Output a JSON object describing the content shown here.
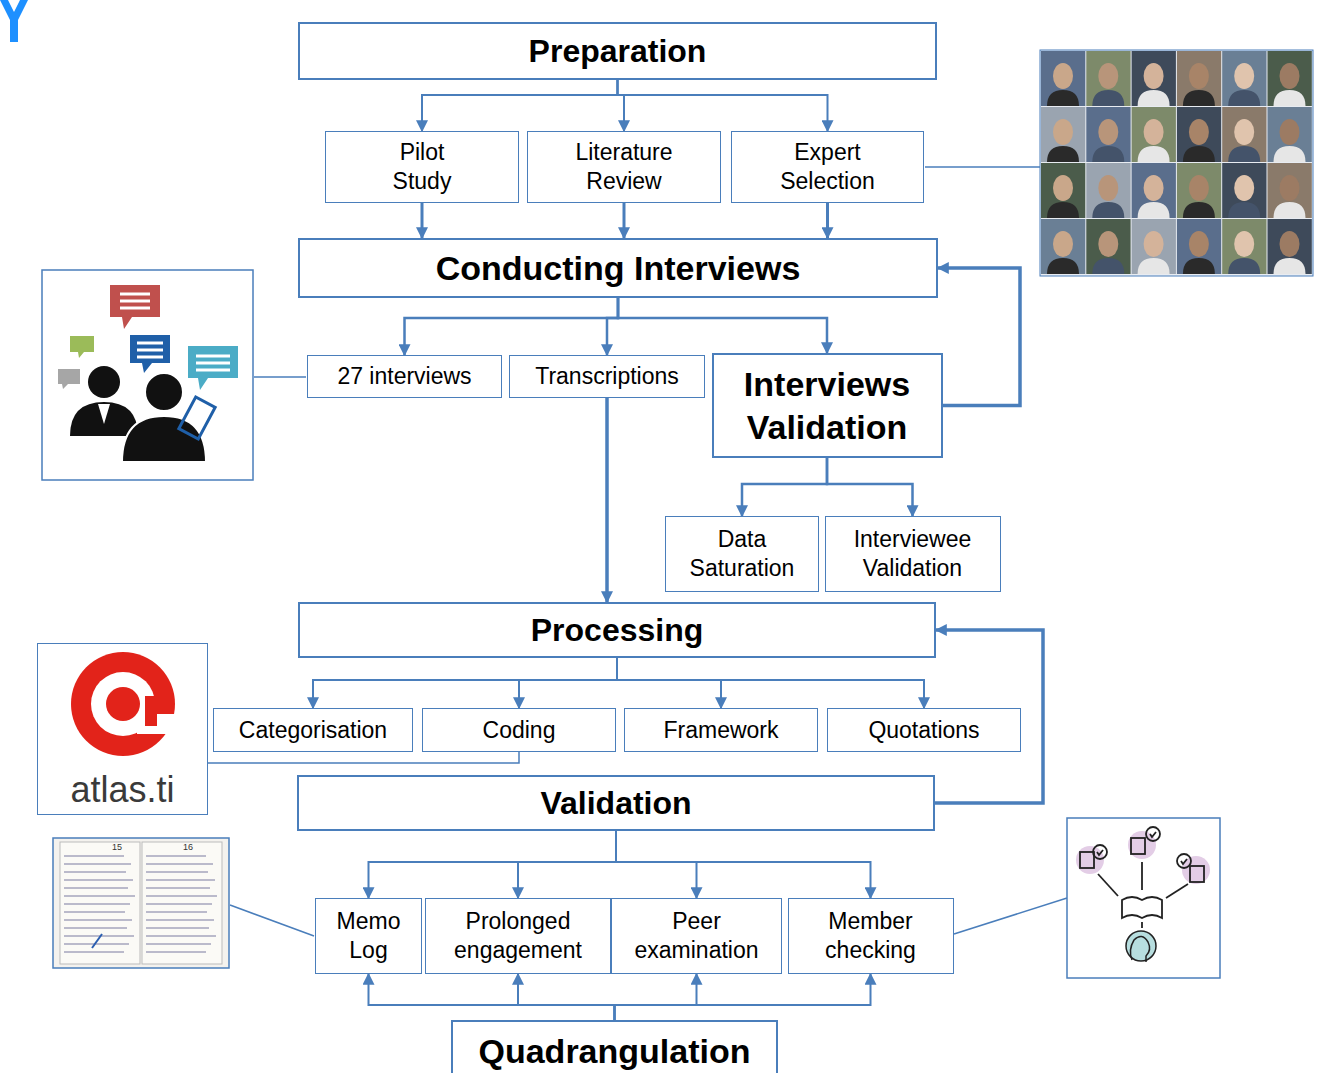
{
  "diagram": {
    "nodes": [
      {
        "text": [
          "Preparation"
        ]
      },
      {
        "text": [
          "Pilot Study"
        ]
      },
      {
        "text": [
          "Literature Review"
        ]
      },
      {
        "text": [
          "Expert Selection"
        ]
      },
      {
        "text": [
          "Conducting Interviews"
        ]
      },
      {
        "text": [
          "27 interviews"
        ]
      },
      {
        "text": [
          "Transcriptions"
        ]
      },
      {
        "text": [
          "Interviews Validation"
        ]
      },
      {
        "text": [
          "Data Saturation"
        ]
      },
      {
        "text": [
          "Interviewee Validation"
        ]
      },
      {
        "text": [
          "Processing"
        ]
      },
      {
        "text": [
          "Categorisation"
        ]
      },
      {
        "text": [
          "Coding"
        ]
      },
      {
        "text": [
          "Framework"
        ]
      },
      {
        "text": [
          "Quotations"
        ]
      },
      {
        "text": [
          "Validation"
        ]
      },
      {
        "text": [
          "Memo Log"
        ]
      },
      {
        "text": [
          "Prolonged engagement"
        ]
      },
      {
        "text": [
          "Peer examination"
        ]
      },
      {
        "text": [
          "Member checking"
        ]
      },
      {
        "text": [
          "Quadrangulation"
        ]
      },
      {
        "text": [
          "atlas.ti"
        ]
      }
    ],
    "edges": [
      {
        "from": 0,
        "to": 1,
        "arrow": "to"
      },
      {
        "from": 0,
        "to": 2,
        "arrow": "to"
      },
      {
        "from": 0,
        "to": 3,
        "arrow": "to"
      },
      {
        "from": 1,
        "to": 4,
        "arrow": "to"
      },
      {
        "from": 2,
        "to": 4,
        "arrow": "to"
      },
      {
        "from": 3,
        "to": 4,
        "arrow": "to"
      },
      {
        "from": 4,
        "to": 5,
        "arrow": "to"
      },
      {
        "from": 4,
        "to": 6,
        "arrow": "to"
      },
      {
        "from": 4,
        "to": 7,
        "arrow": "to"
      },
      {
        "from": 7,
        "to": 4,
        "arrow": "to"
      },
      {
        "from": 7,
        "to": 8,
        "arrow": "to"
      },
      {
        "from": 7,
        "to": 9,
        "arrow": "to"
      },
      {
        "from": 6,
        "to": 10,
        "arrow": "to"
      },
      {
        "from": 10,
        "to": 11,
        "arrow": "to"
      },
      {
        "from": 10,
        "to": 12,
        "arrow": "to"
      },
      {
        "from": 10,
        "to": 13,
        "arrow": "to"
      },
      {
        "from": 10,
        "to": 14,
        "arrow": "to"
      },
      {
        "from": 15,
        "to": 10,
        "arrow": "to"
      },
      {
        "from": 15,
        "to": 16,
        "arrow": "to"
      },
      {
        "from": 15,
        "to": 17,
        "arrow": "to"
      },
      {
        "from": 15,
        "to": 18,
        "arrow": "to"
      },
      {
        "from": 15,
        "to": 19,
        "arrow": "to"
      },
      {
        "from": 20,
        "to": 16,
        "arrow": "to"
      },
      {
        "from": 20,
        "to": 17,
        "arrow": "to"
      },
      {
        "from": 20,
        "to": 18,
        "arrow": "to"
      },
      {
        "from": 20,
        "to": 19,
        "arrow": "to"
      },
      {
        "from": 12,
        "to": 21,
        "arrow": "none"
      }
    ],
    "labels": [
      "15",
      "16"
    ]
  }
}
